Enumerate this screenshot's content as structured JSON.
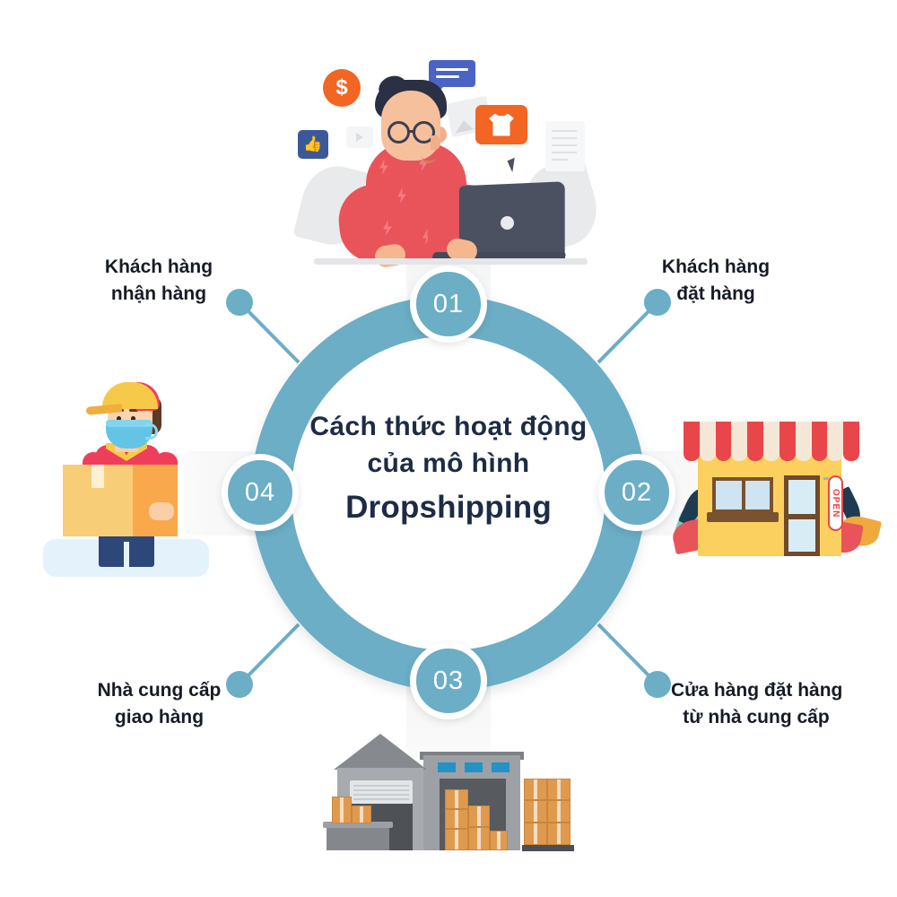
{
  "center": {
    "line1": "Cách thức hoạt động",
    "line2": "của mô hình",
    "line3": "Dropshipping"
  },
  "steps": [
    {
      "id": "01",
      "number": "01",
      "position": "top"
    },
    {
      "id": "02",
      "number": "02",
      "position": "right"
    },
    {
      "id": "03",
      "number": "03",
      "position": "bottom"
    },
    {
      "id": "04",
      "number": "04",
      "position": "left"
    }
  ],
  "labels": {
    "top_left": {
      "line1": "Khách hàng",
      "line2": "nhận hàng"
    },
    "top_right": {
      "line1": "Khách hàng",
      "line2": "đặt hàng"
    },
    "bottom_left": {
      "line1": "Nhà cung cấp",
      "line2": "giao hàng"
    },
    "bottom_right": {
      "line1": "Cửa hàng đặt hàng",
      "line2": "từ nhà cung cấp"
    }
  },
  "illustrations": {
    "top": {
      "name": "customer-shopping-online-illustration",
      "icons": [
        "dollar-coin-icon",
        "chat-bubble-icon",
        "thumbs-up-icon",
        "tshirt-icon",
        "photo-icon",
        "play-icon",
        "document-icon",
        "cursor-icon"
      ]
    },
    "right": {
      "name": "storefront-illustration",
      "sign_text": "OPEN"
    },
    "bottom": {
      "name": "warehouse-illustration"
    },
    "left": {
      "name": "delivery-courier-illustration"
    }
  },
  "colors": {
    "accent_teal": "#6BAEC6",
    "title_navy": "#1d2b45",
    "label_dark": "#161b26",
    "orange": "#f26522",
    "red": "#e8545a",
    "yellow": "#fbd05e",
    "band_gray": "#f2f3f4"
  }
}
